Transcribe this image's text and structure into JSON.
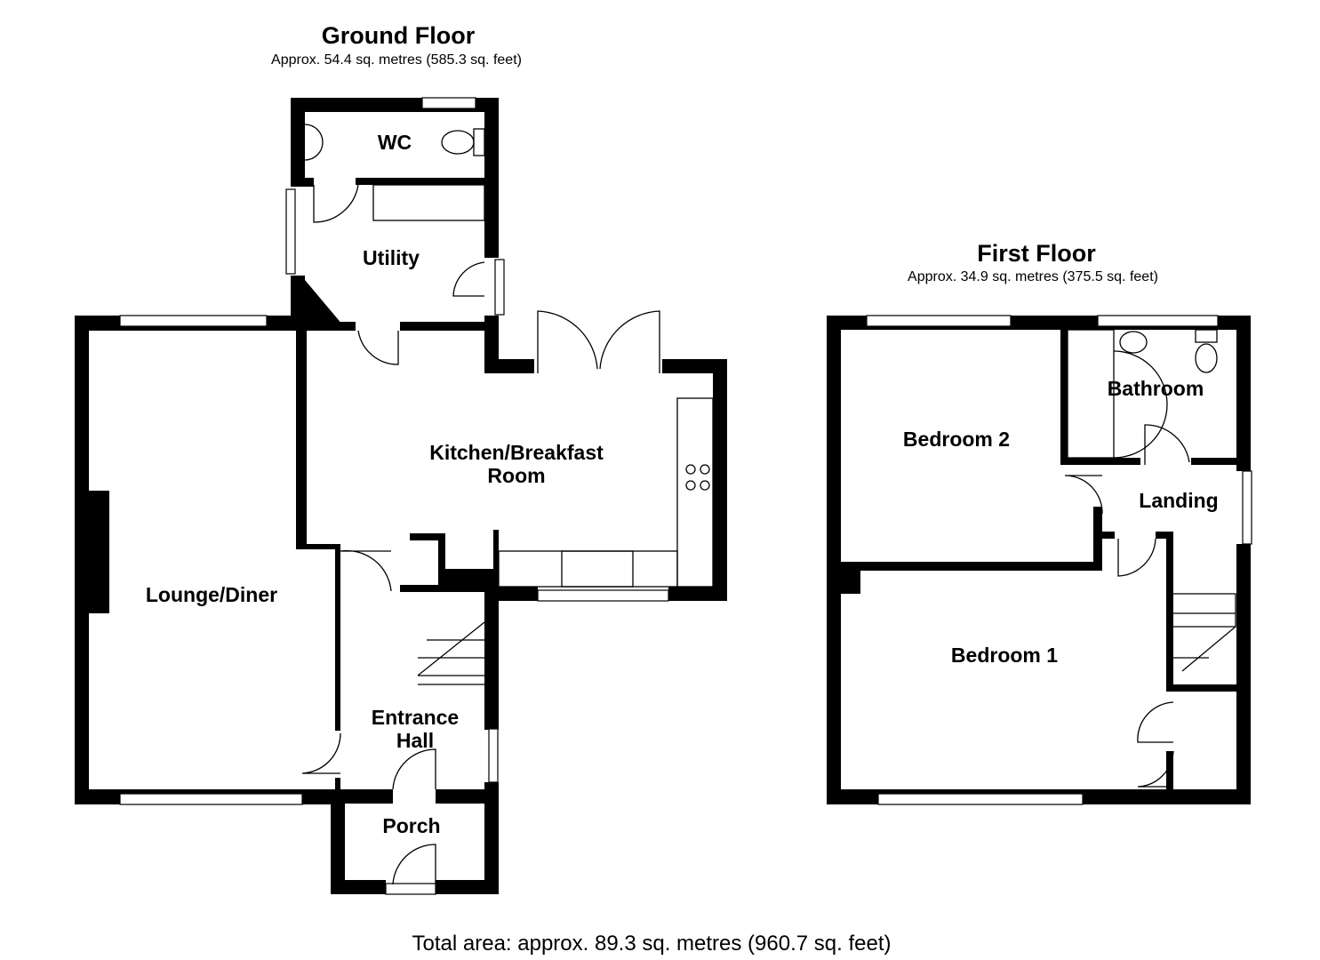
{
  "ground_floor": {
    "title": "Ground Floor",
    "area": "Approx. 54.4 sq. metres (585.3 sq. feet)",
    "rooms": {
      "wc": "WC",
      "utility": "Utility",
      "kitchen": "Kitchen/Breakfast\nRoom",
      "lounge": "Lounge/Diner",
      "hall": "Entrance\nHall",
      "porch": "Porch"
    }
  },
  "first_floor": {
    "title": "First Floor",
    "area": "Approx. 34.9 sq. metres (375.5 sq. feet)",
    "rooms": {
      "bathroom": "Bathroom",
      "bedroom2": "Bedroom 2",
      "landing": "Landing",
      "bedroom1": "Bedroom 1"
    }
  },
  "total_area": "Total area: approx. 89.3 sq. metres (960.7 sq. feet)"
}
